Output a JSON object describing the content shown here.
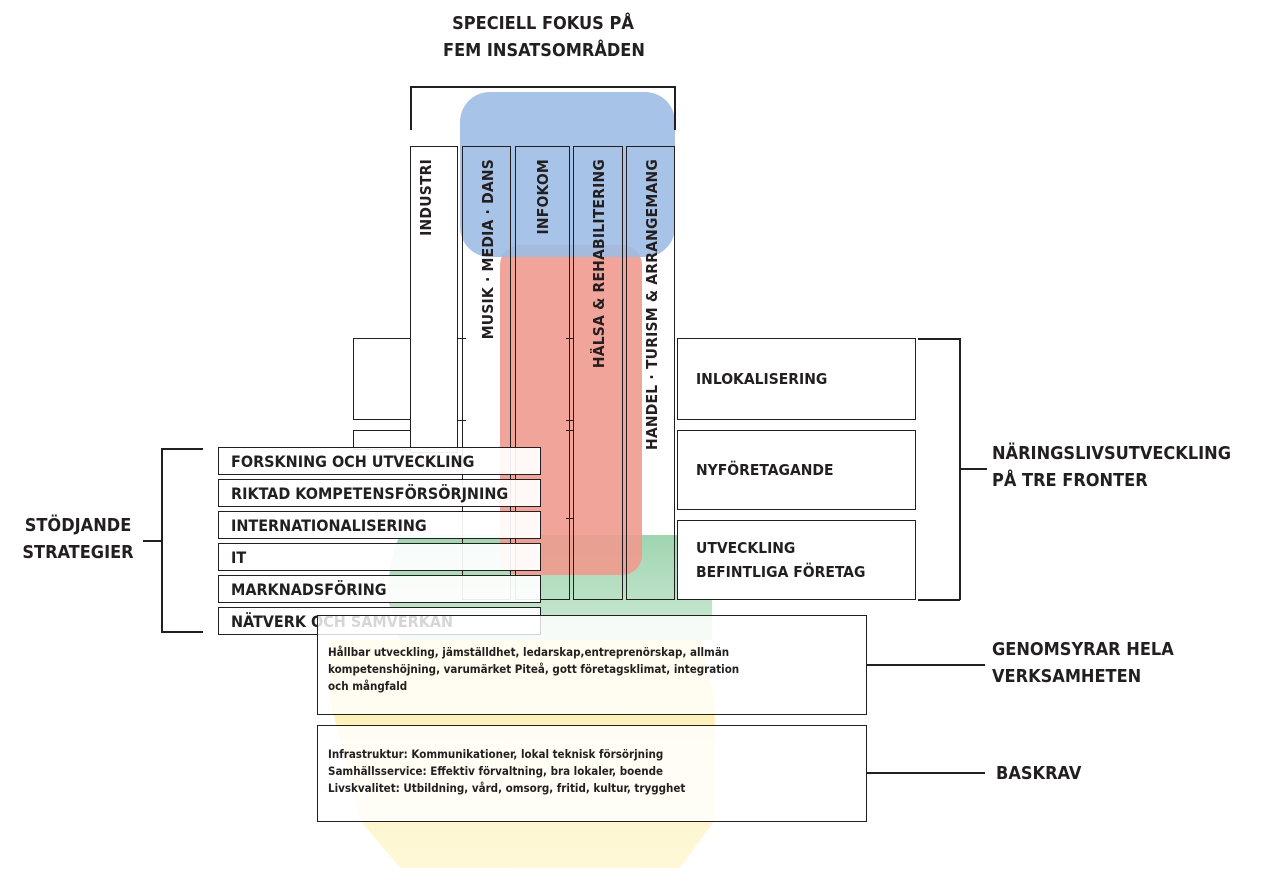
{
  "top_heading": [
    "SPECIELL FOKUS PÅ",
    "FEM INSATSOMRÅDEN"
  ],
  "focus_areas": [
    "INDUSTRI",
    "MUSIK · MEDIA · DANS",
    "INFOKOM",
    "HÄLSA & REHABILITERING",
    "HANDEL · TURISM & ARRANGEMANG"
  ],
  "left_heading": [
    "STÖDJANDE",
    "STRATEGIER"
  ],
  "strategies": [
    "FORSKNING OCH UTVECKLING",
    "RIKTAD KOMPETENSFÖRSÖRJNING",
    "INTERNATIONALISERING",
    "IT",
    "MARKNADSFÖRING",
    "NÄTVERK OCH SAMVERKAN"
  ],
  "right_heading": [
    "NÄRINGSLIVSUTVECKLING",
    "PÅ TRE FRONTER"
  ],
  "fronts": [
    [
      "INLOKALISERING"
    ],
    [
      "NYFÖRETAGANDE"
    ],
    [
      "UTVECKLING",
      "BEFINTLIGA FÖRETAG"
    ]
  ],
  "pervasive": {
    "heading": [
      "GENOMSYRAR HELA",
      "VERKSAMHETEN"
    ],
    "text": [
      "Hållbar utveckling, jämställdhet, ledarskap,entreprenörskap, allmän",
      "kompetenshöjning, varumärket Piteå, gott företagsklimat, integration",
      "och mångfald"
    ]
  },
  "basic": {
    "heading": "BASKRAV",
    "text": [
      "Infrastruktur: Kommunikationer, lokal teknisk försörjning",
      "Samhällsservice: Effektiv förvaltning, bra lokaler, boende",
      "Livskvalitet: Utbildning, vård, omsorg, fritid, kultur, trygghet"
    ]
  },
  "colors": {
    "block_blue": "#a9c4e8",
    "block_red": "#efa59b",
    "block_green": "#a8d7b6",
    "block_yellow": "#fbee9c",
    "line": "#231f20"
  }
}
